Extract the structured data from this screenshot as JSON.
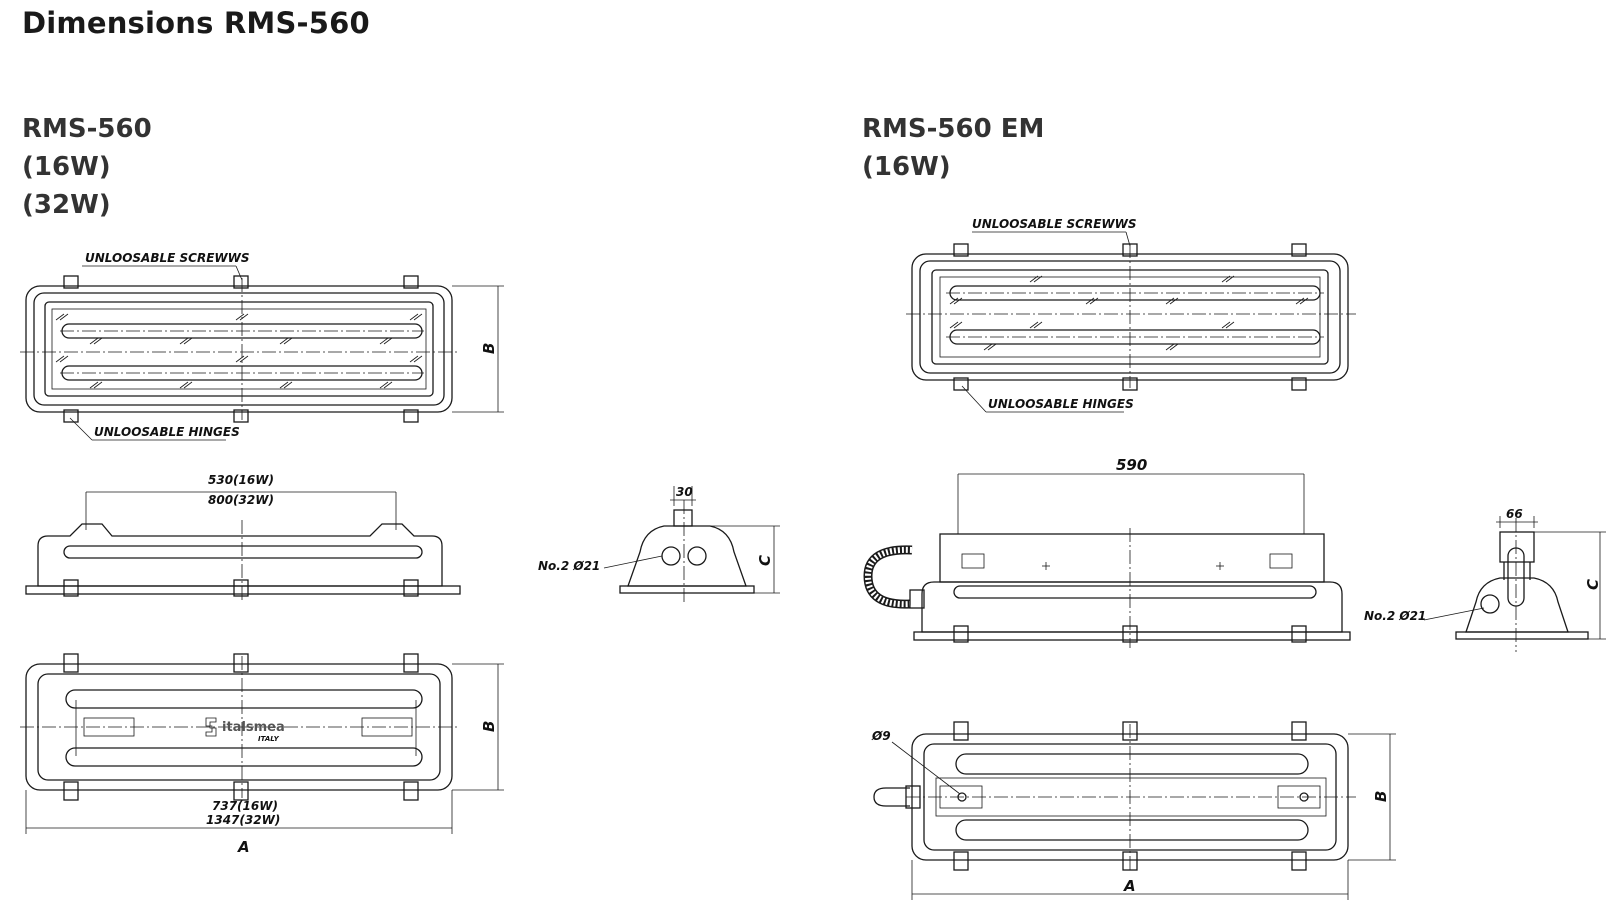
{
  "page_title": "Dimensions RMS-560",
  "left": {
    "model_lines": [
      "RMS-560",
      "(16W)",
      "(32W)"
    ],
    "label_screws": "UNLOOSABLE SCREWWS",
    "label_hinges": "UNLOOSABLE HINGES",
    "dim_length_16": "530(16W)",
    "dim_length_32": "800(32W)",
    "dim_holes": "No.2 Ø21",
    "dim_width_end": "30",
    "dim_overall_16": "737(16W)",
    "dim_overall_32": "1347(32W)",
    "letter_a": "A",
    "letter_b_top": "B",
    "letter_b_bottom": "B",
    "letter_c": "C",
    "brand_main": "italsmea",
    "brand_sub": "ITALY"
  },
  "right": {
    "model_lines": [
      "RMS-560 EM",
      "(16W)"
    ],
    "label_screws": "UNLOOSABLE SCREWWS",
    "label_hinges": "UNLOOSABLE HINGES",
    "dim_length": "590",
    "dim_width_end": "66",
    "dim_holes": "No.2 Ø21",
    "dim_hole": "Ø9",
    "letter_a": "A",
    "letter_b": "B",
    "letter_c": "C"
  }
}
